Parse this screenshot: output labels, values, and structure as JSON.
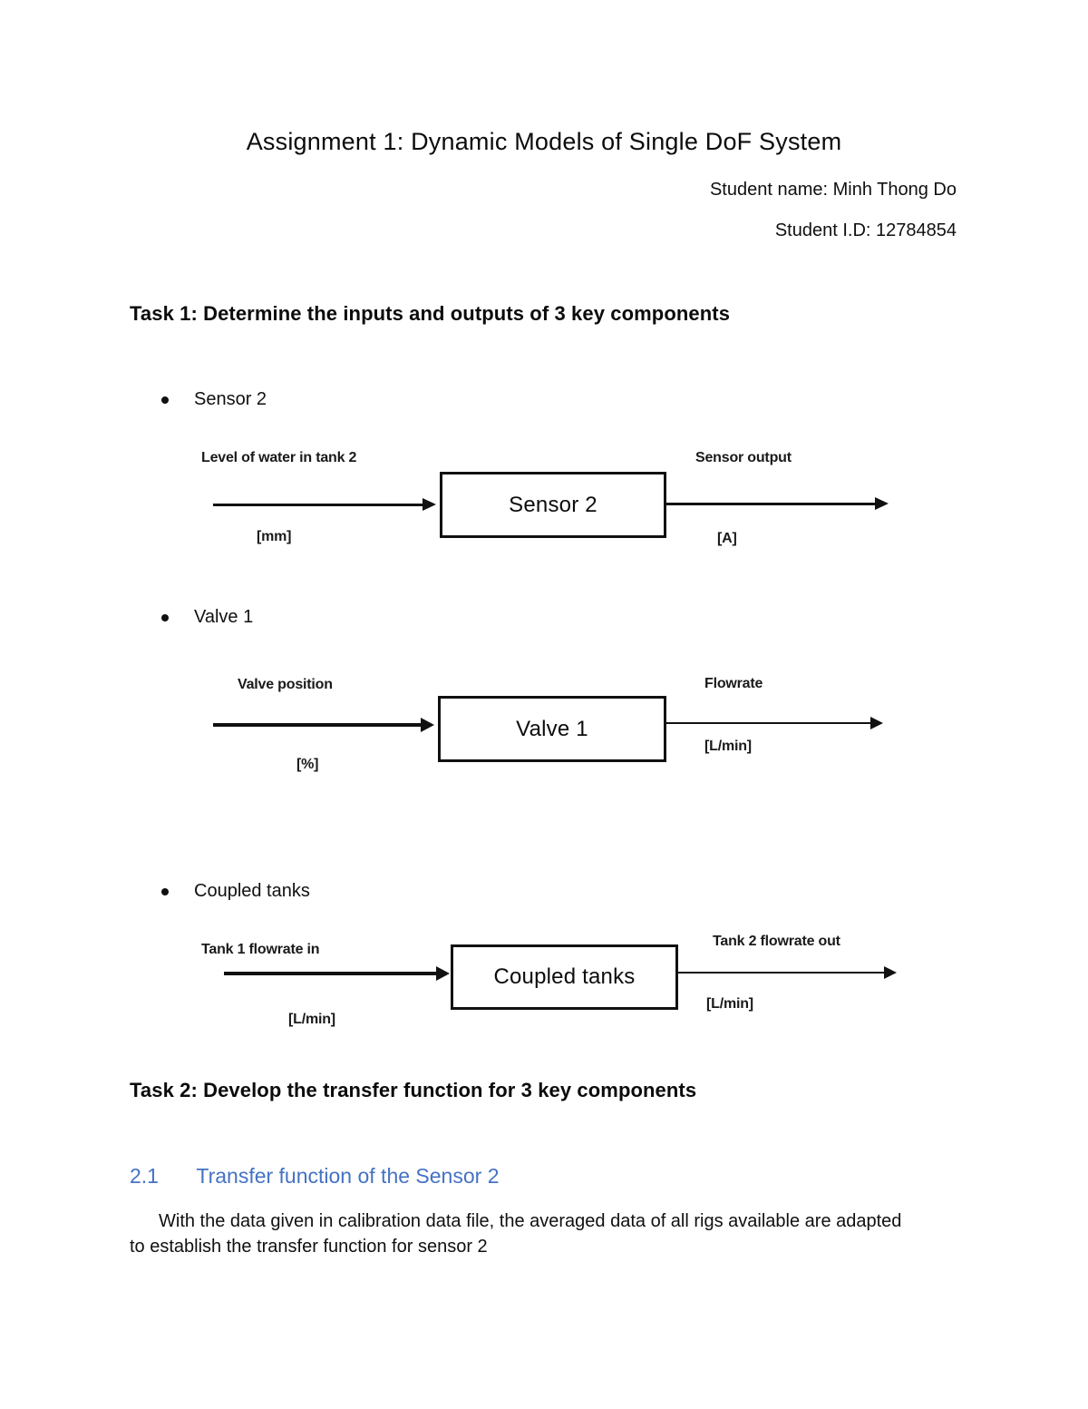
{
  "doc": {
    "title": "Assignment 1: Dynamic Models of Single DoF System",
    "student_name": "Student name: Minh Thong Do",
    "student_id": "Student I.D: 12784854"
  },
  "task1": {
    "heading": "Task 1: Determine the inputs and outputs of 3 key components"
  },
  "diagrams": [
    {
      "bullet": "Sensor 2",
      "input_label": "Level of water in tank 2",
      "input_unit": "[mm]",
      "block_label": "Sensor 2",
      "output_label": "Sensor output",
      "output_unit": "[A]"
    },
    {
      "bullet": "Valve 1",
      "input_label": "Valve position",
      "input_unit": "[%]",
      "block_label": "Valve 1",
      "output_label": "Flowrate",
      "output_unit": "[L/min]"
    },
    {
      "bullet": "Coupled tanks",
      "input_label": "Tank 1 flowrate in",
      "input_unit": "[L/min]",
      "block_label": "Coupled tanks",
      "output_label": "Tank 2 flowrate out",
      "output_unit": "[L/min]"
    }
  ],
  "task2": {
    "heading": "Task 2: Develop the transfer function for 3 key components"
  },
  "section_2_1": {
    "number": "2.1",
    "title": "Transfer function of the Sensor 2",
    "heading_color": "#4472C4",
    "paragraph": "With the data given in calibration data file, the averaged data of all rigs available are adapted to establish the transfer function for sensor 2"
  }
}
